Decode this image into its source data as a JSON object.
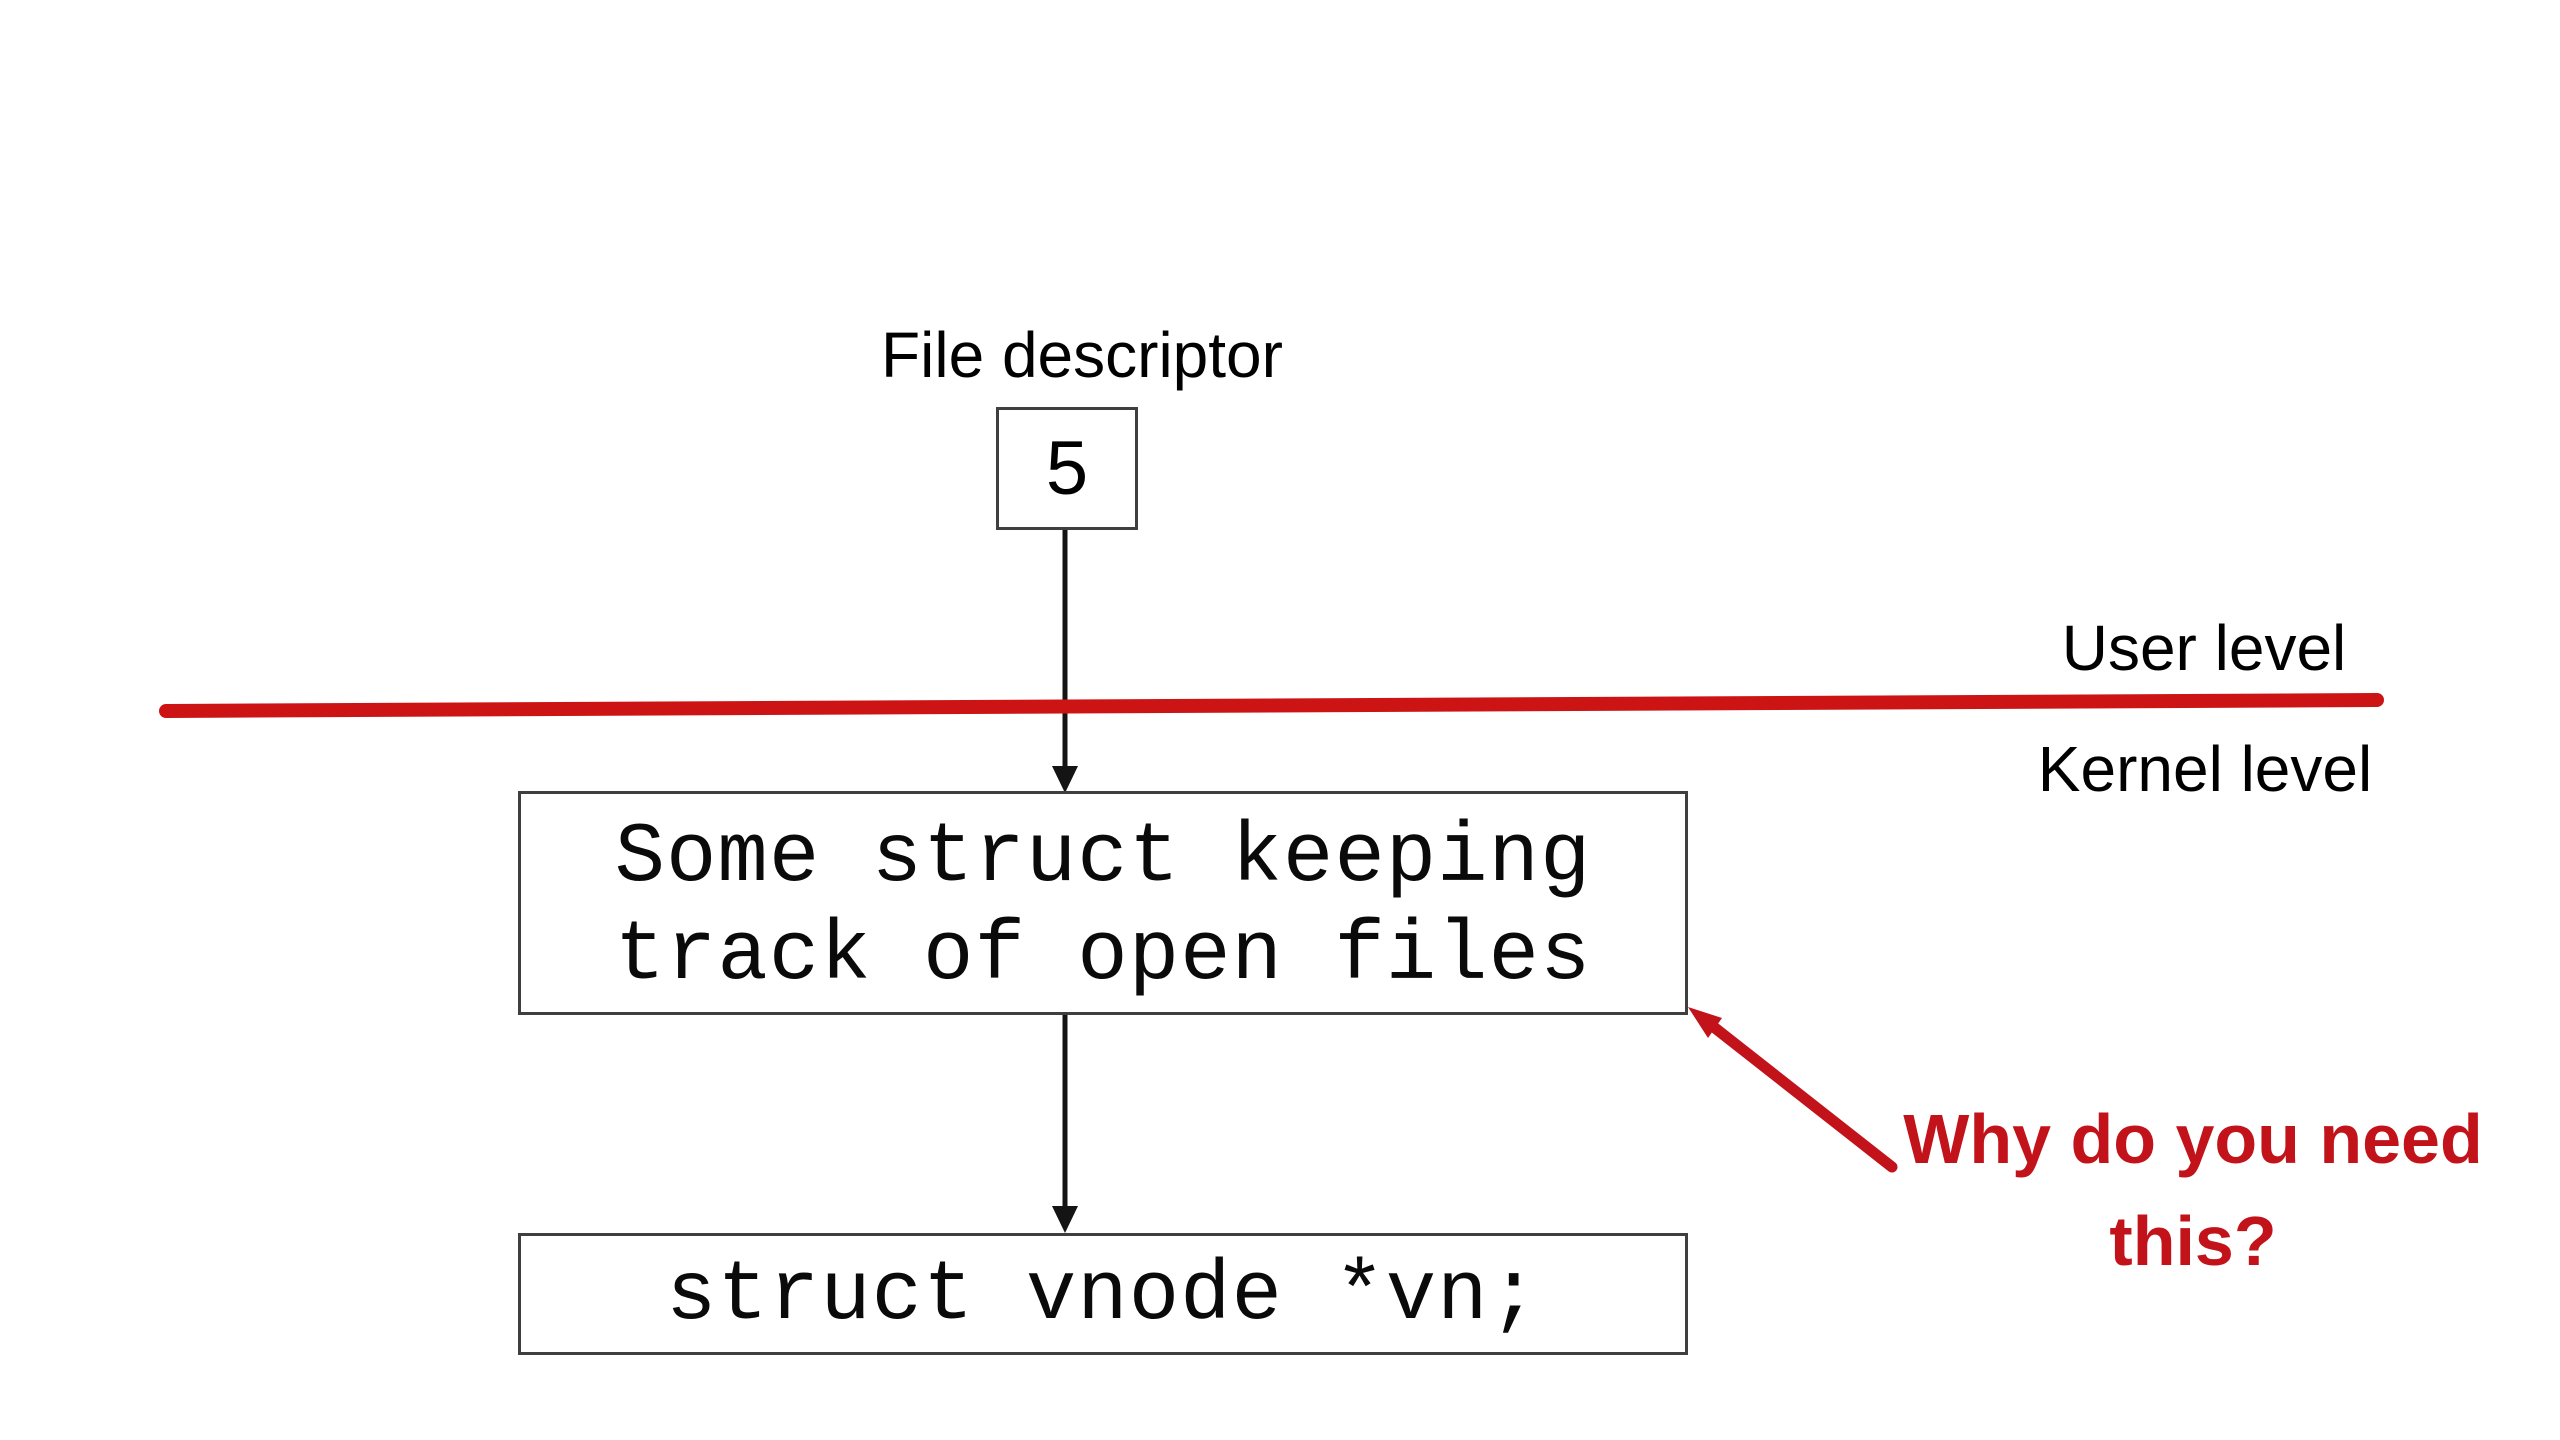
{
  "slide": {
    "file_descriptor_label": "File descriptor",
    "fd_value": "5",
    "user_level_label": "User level",
    "kernel_level_label": "Kernel level",
    "open_files_box": {
      "line1": "Some struct keeping",
      "line2": "track of open files"
    },
    "vnode_box": {
      "text": "struct vnode *vn;"
    },
    "annotation": {
      "line1": "Why do you need",
      "line2": "this?"
    }
  },
  "colors": {
    "divider_red": "#cc1414",
    "annotation_red": "#c2131b",
    "arrow_black": "#141414",
    "box_border_gray": "#3f3f3f"
  }
}
